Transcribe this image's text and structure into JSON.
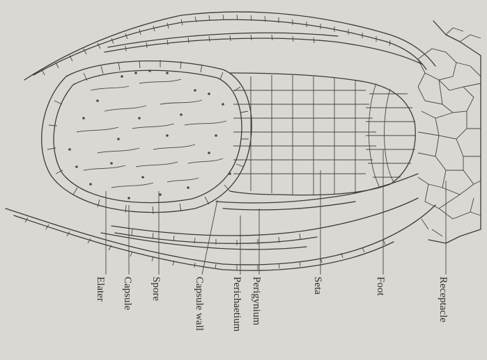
{
  "diagram": {
    "labels": [
      {
        "id": "elater",
        "text": "Elater"
      },
      {
        "id": "capsule",
        "text": "Capsule"
      },
      {
        "id": "spore",
        "text": "Spore"
      },
      {
        "id": "capsule-wall",
        "text": "Capsule wall"
      },
      {
        "id": "perichaetium",
        "text": "Perichaetium"
      },
      {
        "id": "perigynium",
        "text": "Perigynium"
      },
      {
        "id": "seta",
        "text": "Seta"
      },
      {
        "id": "foot",
        "text": "Foot"
      },
      {
        "id": "receptacle",
        "text": "Receptacle"
      }
    ]
  }
}
